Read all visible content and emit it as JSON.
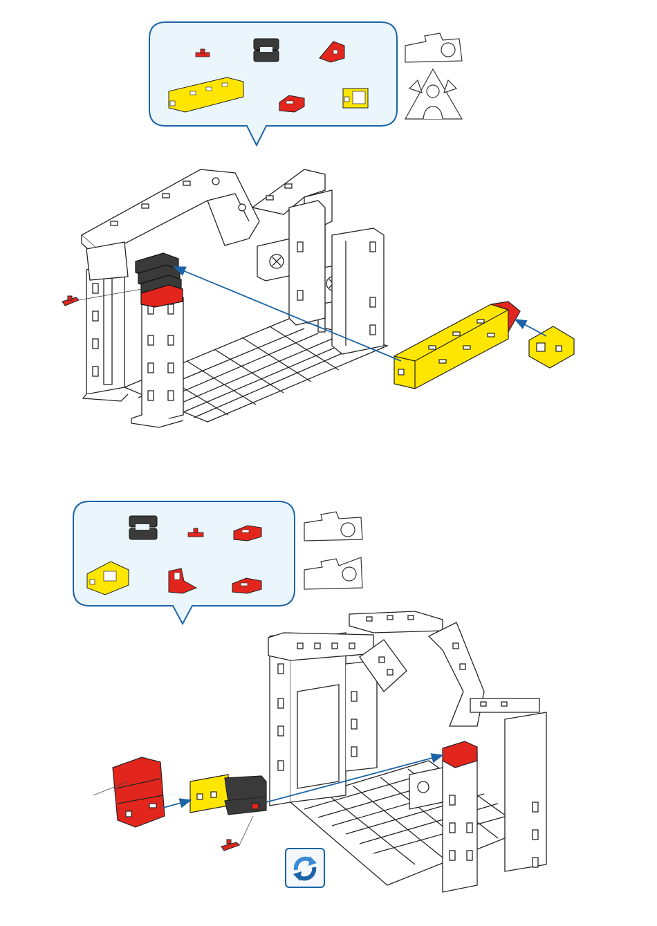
{
  "steps": [
    {
      "parts_box": {
        "parts": [
          {
            "name": "red-connector-small",
            "color": "#e2261d"
          },
          {
            "name": "black-building-block",
            "color": "#3a3a3a"
          },
          {
            "name": "red-angle-block-60",
            "color": "#e2261d"
          },
          {
            "name": "yellow-building-plate-long",
            "color": "#ffe600"
          },
          {
            "name": "red-building-block-5",
            "color": "#e2261d"
          },
          {
            "name": "yellow-u-bracket",
            "color": "#ffe600"
          }
        ],
        "templates": [
          "sheet-template-rectangle",
          "sheet-template-triangle"
        ]
      }
    },
    {
      "parts_box": {
        "parts": [
          {
            "name": "black-building-block",
            "color": "#3a3a3a"
          },
          {
            "name": "red-connector-small",
            "color": "#e2261d"
          },
          {
            "name": "red-building-block-5",
            "color": "#e2261d"
          },
          {
            "name": "yellow-u-bracket",
            "color": "#ffe600"
          },
          {
            "name": "red-angle-plate",
            "color": "#e2261d"
          },
          {
            "name": "red-building-block-5",
            "color": "#e2261d"
          }
        ],
        "templates": [
          "sheet-template-rectangle",
          "sheet-template-trapezoid"
        ]
      },
      "action": "rotate-model-icon"
    }
  ],
  "colors": {
    "accent_blue": "#1b63a6",
    "box_fill": "#eaf6fb",
    "red": "#e2261d",
    "yellow": "#ffe600",
    "black": "#3a3a3a"
  }
}
